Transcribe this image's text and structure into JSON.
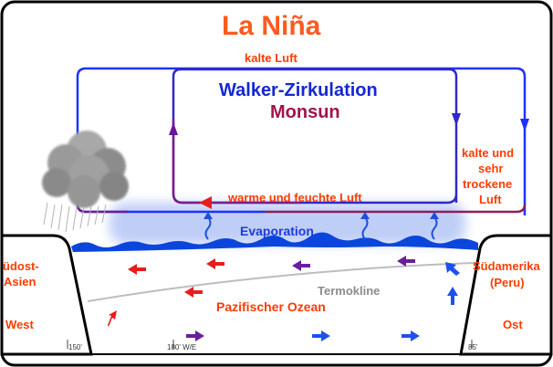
{
  "title": "La Niña",
  "labels": {
    "cold_air": "kalte Luft",
    "walker": "Walker-Zirkulation",
    "monsoon": "Monsun",
    "dry_air_line1": "kalte und",
    "dry_air_line2": "sehr",
    "dry_air_line3": "trockene",
    "dry_air_line4": "Luft",
    "warm_air": "warme und feuchte Luft",
    "evaporation": "Evaporation",
    "se_asia_line1": "üdost-",
    "se_asia_line2": "Asien",
    "west": "West",
    "south_america_line1": "Südamerika",
    "south_america_line2": "(Peru)",
    "east": "Ost",
    "thermocline": "Termokline",
    "pacific": "Pazifischer Ozean",
    "tick_150": "150'",
    "tick_180": "180' W/E",
    "tick_85": "85'"
  },
  "colors": {
    "title": "#ff5a1e",
    "orange_text": "#ff3c00",
    "blue_text": "#1428d2",
    "purple_text": "#a0144b",
    "evaporation_text": "#1e3cdc",
    "grey_text": "#8c8c8c",
    "cell_outer": "#1e32ff",
    "cell_inner": "#5a14a0",
    "warm_arrow": "#e61e1e",
    "ocean_surface": "#0a46dc",
    "evaporation_glow": "#aabef5",
    "cloud": "#9a9a9a",
    "land": "#000000"
  }
}
